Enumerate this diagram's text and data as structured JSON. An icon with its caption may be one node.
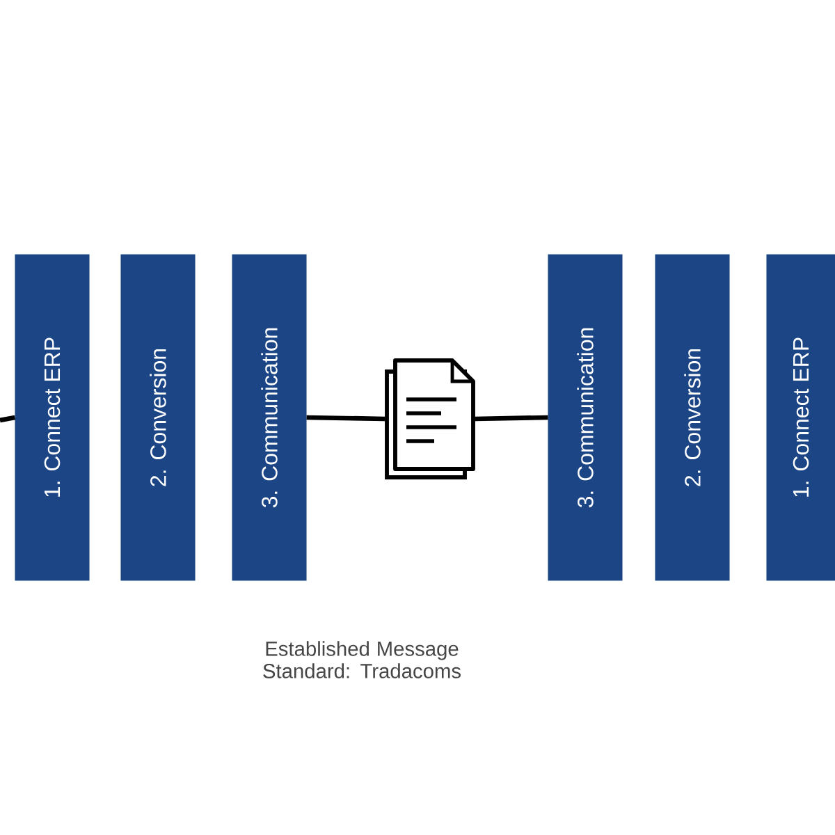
{
  "diagram": {
    "nodes": [
      {
        "text": [
          "1. Connect ERP"
        ]
      },
      {
        "text": [
          "2. Conversion"
        ]
      },
      {
        "text": [
          "3. Communication"
        ]
      },
      {
        "text": [],
        "shape": "picture"
      },
      {
        "text": [
          "3. Communication"
        ]
      },
      {
        "text": [
          "2. Conversion"
        ]
      },
      {
        "text": [
          "1. Connect ERP"
        ]
      }
    ],
    "edges": [
      {
        "from": null,
        "to": 0,
        "arrow": "none"
      },
      {
        "from": 2,
        "to": 3,
        "arrow": "none"
      },
      {
        "from": 3,
        "to": 4,
        "arrow": "none"
      }
    ],
    "labels": [
      "Established Message Standard: Tradacoms"
    ]
  }
}
